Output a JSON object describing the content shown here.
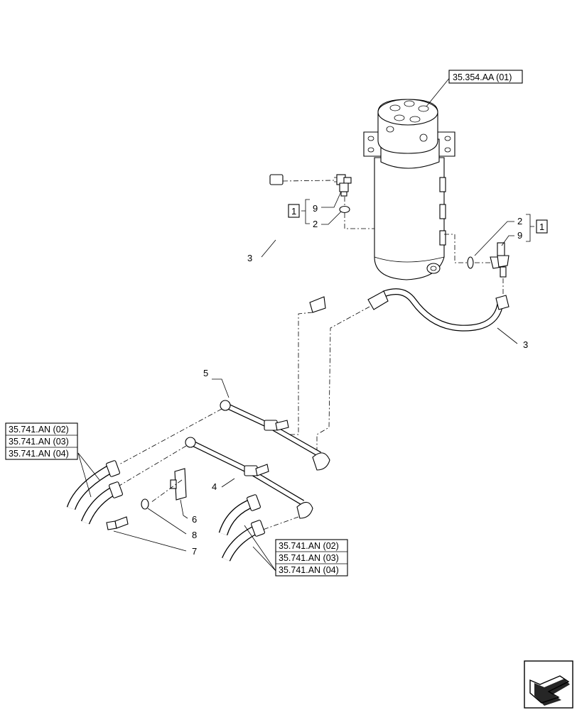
{
  "references": {
    "swivel_ref": "35.354.AA (01)",
    "ref_02": "35.741.AN (02)",
    "ref_03": "35.741.AN (03)",
    "ref_04": "35.741.AN (04)"
  },
  "callouts": {
    "hose_left": "3",
    "hose_right": "3",
    "fitting_left": "9",
    "oring_left": "2",
    "oring_right": "2",
    "fitting_right": "9",
    "tube_upper": "5",
    "tube_lower": "4",
    "clamp": "6",
    "washer": "8",
    "bolt": "7"
  },
  "note_markers": {
    "left": "1",
    "right": "1"
  },
  "icons": {
    "corner": "arrow-icon"
  }
}
